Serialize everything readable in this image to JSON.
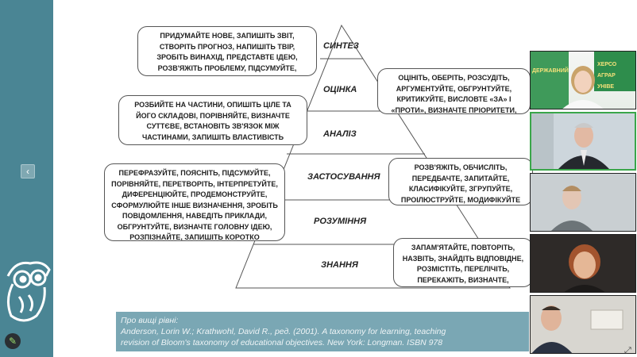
{
  "pyramid": {
    "levels": [
      "СИНТЕЗ",
      "ОЦІНКА",
      "АНАЛІЗ",
      "ЗАСТОСУВАННЯ",
      "РОЗУМІННЯ",
      "ЗНАННЯ"
    ]
  },
  "bubbles": {
    "synthesis": "ПРИДУМАЙТЕ НОВЕ, ЗАПИШІТЬ ЗВІТ, СТВОРІТЬ ПРОГНОЗ, НАПИШІТЬ ТВІР, ЗРОБІТЬ ВИНАХІД, ПРЕДСТАВТЕ ІДЕЮ, РОЗВ'ЯЖІТЬ ПРОБЛЕМУ, ПІДСУМУЙТЕ,",
    "evaluation": "ОЦІНІТЬ, ОБЕРІТЬ, РОЗСУДІТЬ, АРГУМЕНТУЙТЕ, ОБГРУНТУЙТЕ, КРИТИКУЙТЕ, ВИСЛОВТЕ «ЗА» І «ПРОТИ», ВИЗНАЧТЕ ПРІОРИТЕТИ, ДИСКУТУЙТЕ",
    "analysis": "РОЗБИЙТЕ НА ЧАСТИНИ, ОПИШІТЬ ЦІЛЕ ТА ЙОГО СКЛАДОВІ, ПОРІВНЯЙТЕ, ВИЗНАЧТЕ СУТТЄВЕ, ВСТАНОВІТЬ ЗВ'ЯЗОК МІЖ ЧАСТИНАМИ, ЗАПИШІТЬ ВЛАСТИВІСТЬ",
    "application": "РОЗВ'ЯЖІТЬ, ОБЧИСЛІТЬ, ПЕРЕДБАЧТЕ, ЗАПИТАЙТЕ, КЛАСИФІКУЙТЕ, ЗГРУПУЙТЕ, ПРОІЛЮСТРУЙТЕ, МОДИФІКУЙТЕ (ЗМІНІТЬ), ВИКОРИСТАЙТЕ НА ПРАКТИЦІ",
    "comprehension": "ПЕРЕФРАЗУЙТЕ, ПОЯСНІТЬ, ПІДСУМУЙТЕ, ПОРІВНЯЙТЕ, ПЕРЕТВОРІТЬ, ІНТЕРПРЕТУЙТЕ, ДИФЕРЕНЦІЮЙТЕ, ПРОДЕМОНСТРУЙТЕ, СФОРМУЛЮЙТЕ ІНШЕ ВИЗНАЧЕННЯ, ЗРОБІТЬ ПОВІДОМЛЕННЯ, НАВЕДІТЬ ПРИКЛАДИ, ОБГРУНТУЙТЕ, ВИЗНАЧТЕ ГОЛОВНУ ІДЕЮ, РОЗПІЗНАЙТЕ, ЗАПИШІТЬ КОРОТКО",
    "knowledge": "ЗАПАМ'ЯТАЙТЕ, ПОВТОРІТЬ, НАЗВІТЬ, ЗНАЙДІТЬ ВІДПОВІДНЕ, РОЗМІСТІТЬ, ПЕРЕЛІЧІТЬ, ПЕРЕКАЖІТЬ, ВИЗНАЧТЕ, ОПИШІТЬ, ПОКАЖІТЬ, ПОСИЛАЙТЕСЯ"
  },
  "reference": {
    "line1": "Про   вищі рівні:",
    "line2": "Anderson, Lorin W.; Krathwohl, David R., ред. (2001). A taxonomy for learning, teaching",
    "line3": "revision of Bloom's taxonomy of educational objectives. New York: Longman. ISBN 978"
  },
  "video": {
    "banner_text": "ХЕРСОНСЬКИЙ ДЕРЖАВНИЙ АГРАРНИЙ УНІВЕРСИТЕТ",
    "participants": [
      "participant-1",
      "participant-2",
      "participant-3",
      "participant-4",
      "participant-5"
    ]
  },
  "colors": {
    "side_panel": "#4a8594",
    "reference_bg": "#7aa7b4",
    "active_speaker": "#3aa64a"
  },
  "icons": {
    "prev": "chevron-left-icon",
    "edit": "pencil-icon",
    "owl": "owl-logo-icon"
  }
}
